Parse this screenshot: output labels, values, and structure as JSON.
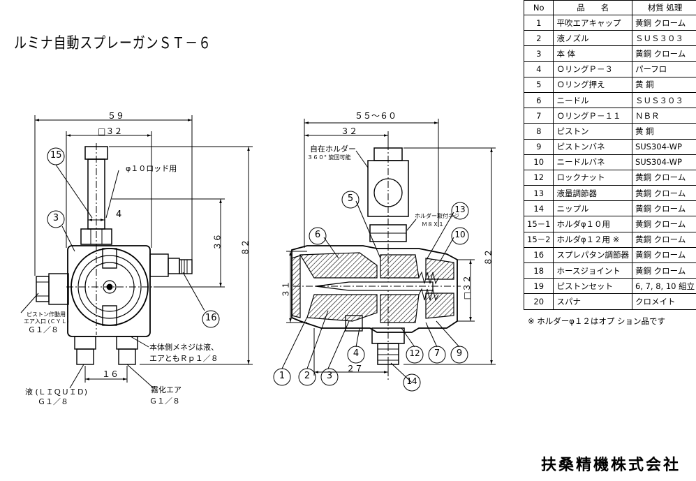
{
  "title": "ルミナ自動スプレーガンＳＴ－６",
  "company": "扶桑精機株式会社",
  "parts_table": {
    "headers": [
      "No",
      "品　　名",
      "材質 処理"
    ],
    "rows": [
      {
        "no": "1",
        "name": "平吹エアキャップ",
        "material": "黄銅 クローム"
      },
      {
        "no": "2",
        "name": "液ノズル",
        "material": "ＳＵＳ３０３"
      },
      {
        "no": "3",
        "name": "本 体",
        "material": "黄銅 クローム"
      },
      {
        "no": "4",
        "name": "ＯリングＰ－３",
        "material": "パーフロ"
      },
      {
        "no": "5",
        "name": "Ｏリング押え",
        "material": "黄 銅"
      },
      {
        "no": "6",
        "name": "ニードル",
        "material": "ＳＵＳ３０３"
      },
      {
        "no": "7",
        "name": "ＯリングＰ－１１",
        "material": "ＮＢＲ"
      },
      {
        "no": "8",
        "name": "ピストン",
        "material": "黄 銅"
      },
      {
        "no": "9",
        "name": "ピストンバネ",
        "material": "SUS304-WP"
      },
      {
        "no": "10",
        "name": "ニードルバネ",
        "material": "SUS304-WP"
      },
      {
        "no": "12",
        "name": "ロックナット",
        "material": "黄銅 クローム"
      },
      {
        "no": "13",
        "name": "液量調節器",
        "material": "黄銅 クローム"
      },
      {
        "no": "14",
        "name": "ニップル",
        "material": "黄銅 クローム"
      },
      {
        "no": "15－1",
        "name": "ホルダφ１０用",
        "material": "黄銅 クローム"
      },
      {
        "no": "15－2",
        "name": "ホルダφ１２用 ※",
        "material": "黄銅 クローム"
      },
      {
        "no": "16",
        "name": "スプレパタン調節器",
        "material": "黄銅 クローム"
      },
      {
        "no": "18",
        "name": "ホースジョイント",
        "material": "黄銅 クローム"
      },
      {
        "no": "19",
        "name": "ピストンセット",
        "material": "6, 7, 8, 10 組立"
      },
      {
        "no": "20",
        "name": "スパナ",
        "material": "クロメイト"
      }
    ]
  },
  "table_note": "※ ホルダーφ１２はオプ ション品です",
  "front_view": {
    "dim_59": "５９",
    "dim_sq32": "□３２",
    "dim_36": "３６",
    "dim_82": "８２",
    "dim_16": "１６",
    "dim_4": "4",
    "rod_label": "φ１０ロッド用",
    "cyl_label_1": "ピストン作動用",
    "cyl_label_2": "エア入口 (ＣＹＬ)",
    "cyl_thread": "Ｇ１／８",
    "liquid_label": "液 (ＬＩＱＵＩＤ)",
    "liquid_thread": "Ｇ１／８",
    "atomize_label": "霧化エア",
    "atomize_thread": "Ｇ１／８",
    "body_note_1": "本体側メネジは液、",
    "body_note_2": "エアともＲｐ１／８",
    "balloons": [
      "15",
      "3",
      "16"
    ]
  },
  "side_view": {
    "dim_55_60": "５５～６０",
    "dim_32": "３２",
    "dim_82": "８２",
    "dim_31": "３１",
    "dim_sq32": "□３２",
    "dim_27": "２７",
    "holder_label": "自在ホルダー",
    "holder_sub": "３６０° 旋回可能",
    "holder_screw_1": "ホルダー取付ネジ",
    "holder_screw_2": "Ｍ８Ｘ１",
    "balloons": [
      "5",
      "6",
      "13",
      "10",
      "1",
      "2",
      "3",
      "4",
      "12",
      "7",
      "9",
      "14"
    ]
  },
  "colors": {
    "line": "#000000",
    "background": "#ffffff"
  }
}
